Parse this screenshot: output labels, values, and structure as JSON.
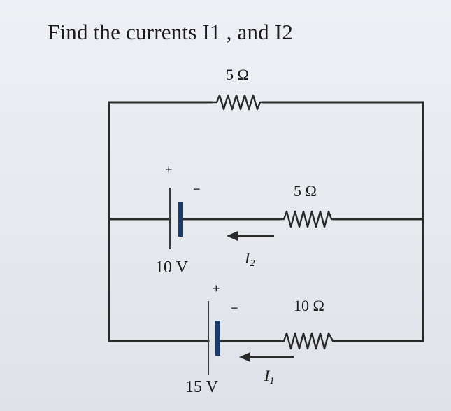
{
  "problem": {
    "title": "Find the currents I1 , and I2"
  },
  "resistors": {
    "top": "5 Ω",
    "middle": "5 Ω",
    "bottom": "10 Ω"
  },
  "batteries": {
    "upper": {
      "voltage": "10 V",
      "plus": "+",
      "minus": "−"
    },
    "lower": {
      "voltage": "15 V",
      "plus": "+",
      "minus": "−"
    }
  },
  "currents": {
    "i2": "I",
    "i2_sub": "2",
    "i1": "I",
    "i1_sub": "1"
  }
}
